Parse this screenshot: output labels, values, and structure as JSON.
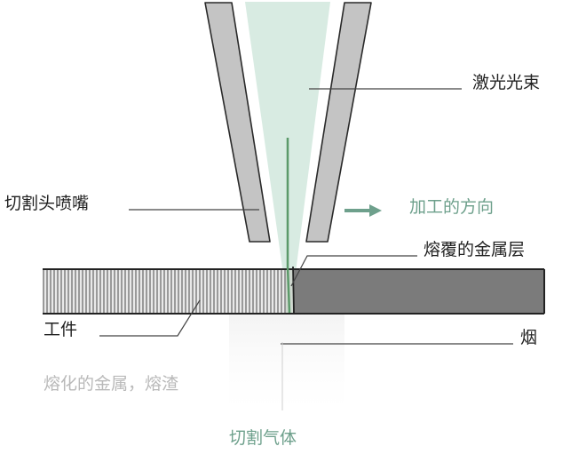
{
  "labels": {
    "laser_beam": "激光光束",
    "nozzle": "切割头喷嘴",
    "direction": "加工的方向",
    "clad_layer": "熔覆的金属层",
    "workpiece": "工件",
    "smoke": "烟",
    "molten_metal": "熔化的金属，熔渣",
    "cutting_gas": "切割气体"
  },
  "colors": {
    "beam_fill": "#d8ebe2",
    "beam_line": "#5c9a6a",
    "arrow": "#6ea08c",
    "nozzle_fill": "#c2c2c2",
    "workpiece_right": "#7b7b7b",
    "workpiece_left_stripes": "#9a9a9a"
  }
}
